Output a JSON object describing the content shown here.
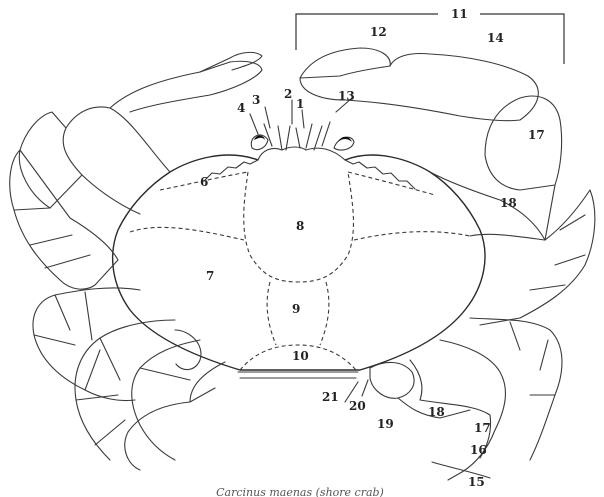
{
  "labels": {
    "l1": "1",
    "l2": "2",
    "l3": "3",
    "l4": "4",
    "l6": "6",
    "l7": "7",
    "l8": "8",
    "l9": "9",
    "l10": "10",
    "l11": "11",
    "l12": "12",
    "l13": "13",
    "l14": "14",
    "l15": "15",
    "l16": "16",
    "l17a": "17",
    "l17b": "17",
    "l18a": "18",
    "l18b": "18",
    "l19": "19",
    "l20": "20",
    "l21": "21"
  },
  "caption": "Carcinus maenas (shore crab)"
}
